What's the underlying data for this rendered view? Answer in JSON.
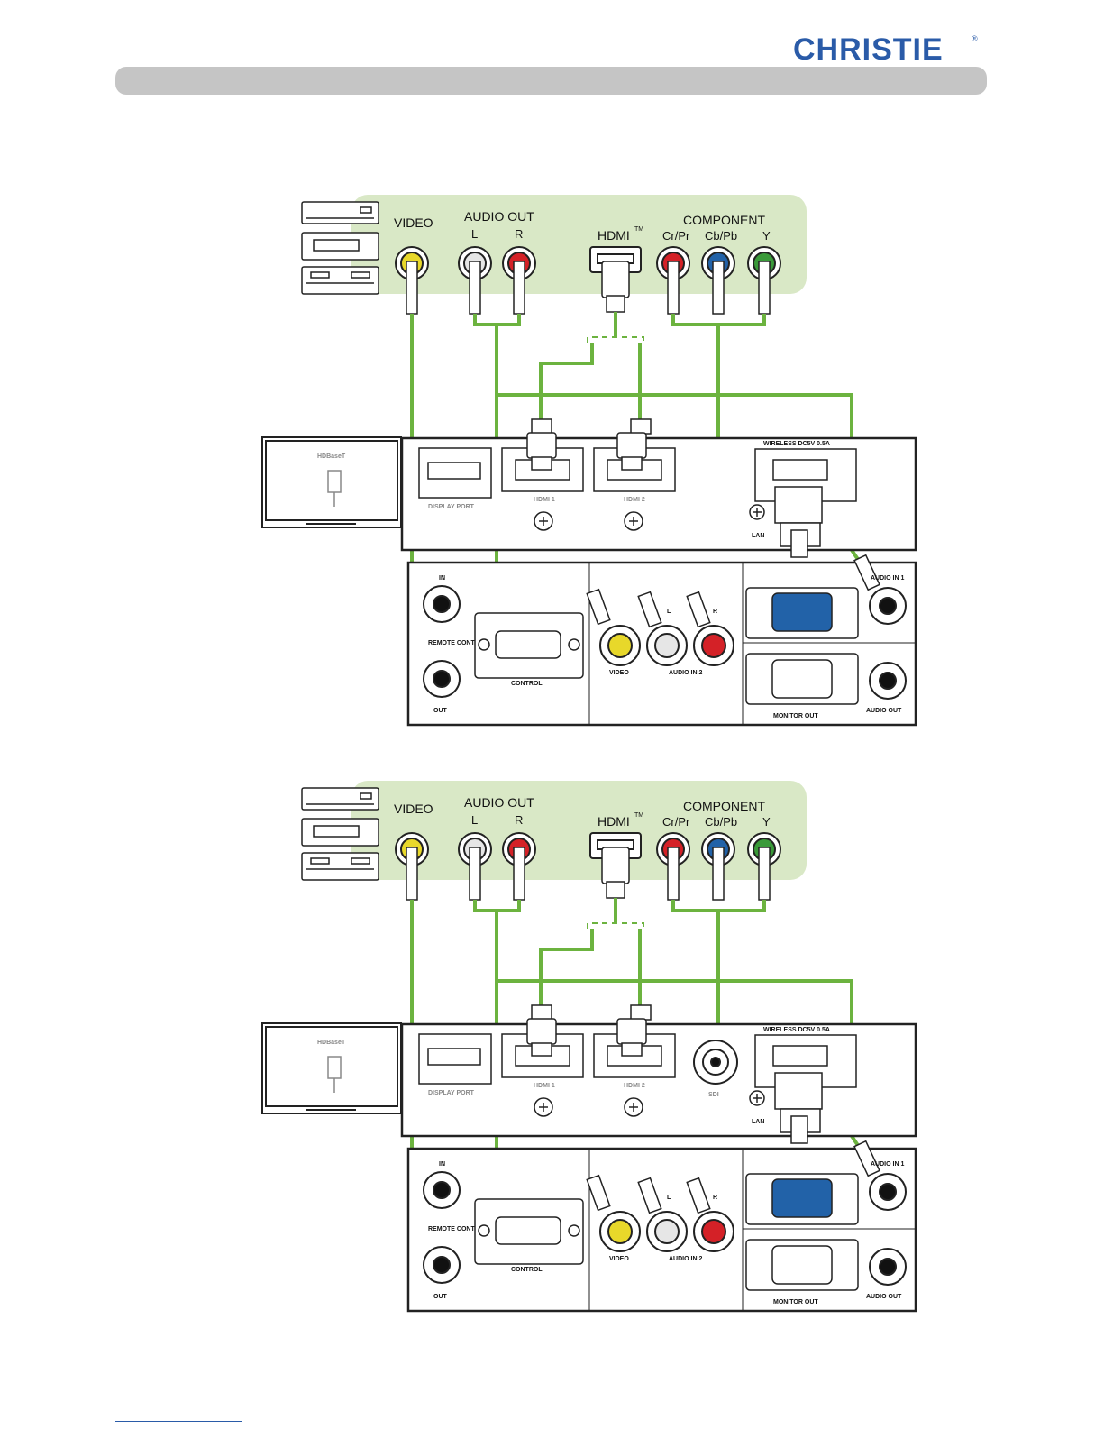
{
  "brand": {
    "logo_text": "CHRISTIE"
  },
  "diagrams": [
    {
      "source_labels": {
        "video": "VIDEO",
        "audio_out": "AUDIO OUT",
        "audio_l": "L",
        "audio_r": "R",
        "hdmi": "HDMI",
        "tm": "TM",
        "component": "COMPONENT",
        "cr_pr": "Cr/Pr",
        "cb_pb": "Cb/Pb",
        "y": "Y"
      },
      "panel_labels": {
        "hdbaset": "HDBaseT",
        "display_port": "DISPLAY PORT",
        "hdmi1": "HDMI 1",
        "hdmi2": "HDMI 2",
        "wireless": "WIRELESS DC5V 0.5A",
        "lan": "LAN",
        "audio_in1": "AUDIO IN 1",
        "in": "IN",
        "remote_control": "REMOTE CONTROL",
        "out": "OUT",
        "control": "CONTROL",
        "video": "VIDEO",
        "audio_in2": "AUDIO IN 2",
        "l": "L",
        "r": "R",
        "monitor_out": "MONITOR OUT",
        "audio_out": "AUDIO OUT"
      }
    },
    {
      "source_labels": {
        "video": "VIDEO",
        "audio_out": "AUDIO OUT",
        "audio_l": "L",
        "audio_r": "R",
        "hdmi": "HDMI",
        "tm": "TM",
        "component": "COMPONENT",
        "cr_pr": "Cr/Pr",
        "cb_pb": "Cb/Pb",
        "y": "Y"
      },
      "panel_labels": {
        "hdbaset": "HDBaseT",
        "display_port": "DISPLAY PORT",
        "hdmi1": "HDMI 1",
        "hdmi2": "HDMI 2",
        "sdi": "SDI",
        "wireless": "WIRELESS DC5V 0.5A",
        "lan": "LAN",
        "audio_in1": "AUDIO IN 1",
        "in": "IN",
        "remote_control": "REMOTE CONTROL",
        "out": "OUT",
        "control": "CONTROL",
        "video": "VIDEO",
        "audio_in2": "AUDIO IN 2",
        "l": "L",
        "r": "R",
        "monitor_out": "MONITOR OUT",
        "audio_out": "AUDIO OUT"
      }
    }
  ],
  "colors": {
    "brand_blue": "#2a5ba8",
    "source_bg": "#d9e8c6",
    "cable_green": "#6cb33f",
    "jack_yellow": "#e8d82a",
    "jack_white": "#e6e6e6",
    "jack_red": "#d42127",
    "jack_blue": "#2262a8",
    "jack_green": "#3a9a3a",
    "header_grey": "#c5c5c5"
  }
}
